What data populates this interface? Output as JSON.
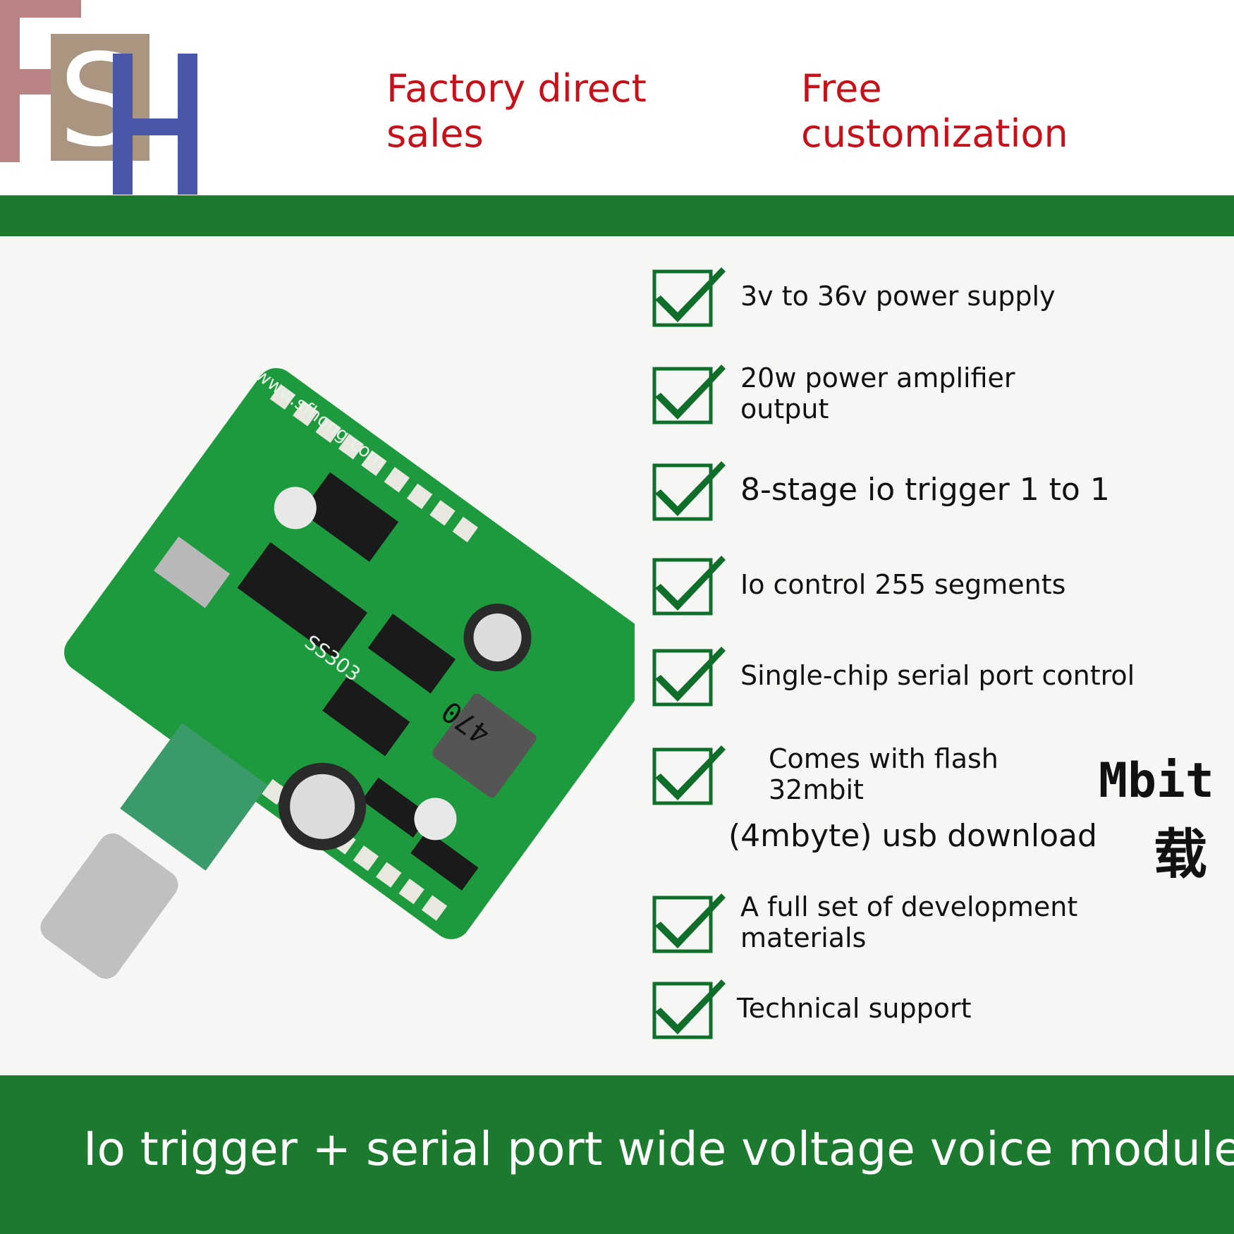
{
  "header": {
    "logo_letters": "FSH",
    "slogans": [
      "Factory direct\nsales",
      "Free\ncustomization"
    ]
  },
  "features": [
    {
      "text": "3v to 36v power supply"
    },
    {
      "text": "20w power amplifier\noutput"
    },
    {
      "text": "8-stage io trigger 1 to 1"
    },
    {
      "text": "Io control 255 segments"
    },
    {
      "text": "Single-chip serial port control"
    },
    {
      "text": "Comes with flash\n32mbit"
    },
    {
      "text": "A full set of development\nmaterials"
    },
    {
      "text": "Technical support"
    }
  ],
  "flash_extra": {
    "line": "(4mbyte) usb download",
    "mbit": "Mbit",
    "glyph": "载"
  },
  "board_labels": {
    "url": "www.sfhong.com",
    "model": "SS303",
    "inductor": "470"
  },
  "footer": {
    "title": "Io trigger + serial port wide voltage voice module"
  },
  "colors": {
    "brand_green": "#1c7a2e",
    "slogan_red": "#c8101a",
    "check_green": "#0f6e2a"
  }
}
